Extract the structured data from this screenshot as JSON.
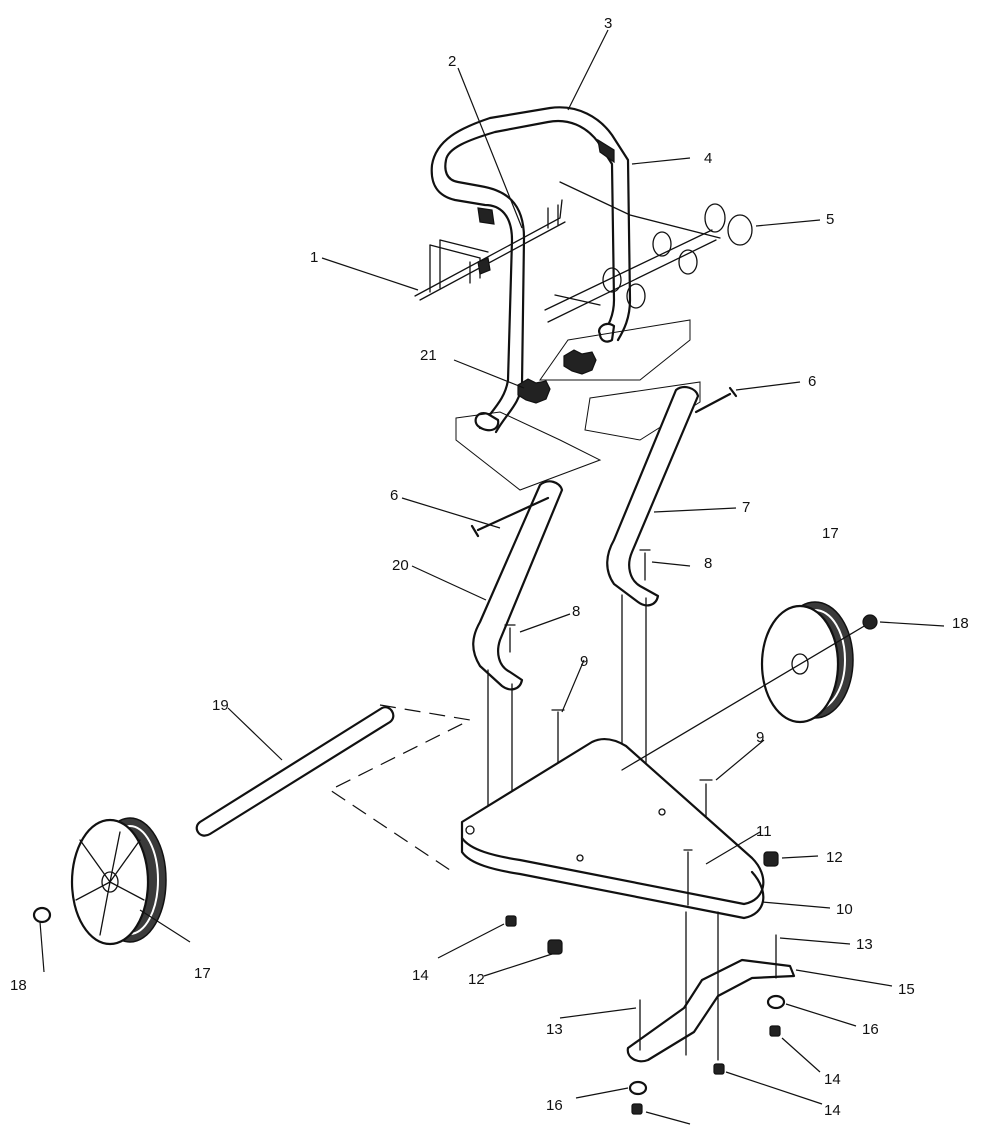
{
  "callouts": [
    {
      "id": "c-3",
      "text": "3"
    },
    {
      "id": "c-2",
      "text": "2"
    },
    {
      "id": "c-4",
      "text": "4"
    },
    {
      "id": "c-5",
      "text": "5"
    },
    {
      "id": "c-1",
      "text": "1"
    },
    {
      "id": "c-21",
      "text": "21"
    },
    {
      "id": "c-6a",
      "text": "6"
    },
    {
      "id": "c-6b",
      "text": "6"
    },
    {
      "id": "c-7",
      "text": "7"
    },
    {
      "id": "c-17a",
      "text": "17"
    },
    {
      "id": "c-8a",
      "text": "8"
    },
    {
      "id": "c-20",
      "text": "20"
    },
    {
      "id": "c-8b",
      "text": "8"
    },
    {
      "id": "c-18a",
      "text": "18"
    },
    {
      "id": "c-9a",
      "text": "9"
    },
    {
      "id": "c-19",
      "text": "19"
    },
    {
      "id": "c-9b",
      "text": "9"
    },
    {
      "id": "c-11",
      "text": "11"
    },
    {
      "id": "c-12a",
      "text": "12"
    },
    {
      "id": "c-10",
      "text": "10"
    },
    {
      "id": "c-13a",
      "text": "13"
    },
    {
      "id": "c-17b",
      "text": "17"
    },
    {
      "id": "c-18b",
      "text": "18"
    },
    {
      "id": "c-14a",
      "text": "14"
    },
    {
      "id": "c-12b",
      "text": "12"
    },
    {
      "id": "c-15",
      "text": "15"
    },
    {
      "id": "c-13b",
      "text": "13"
    },
    {
      "id": "c-16a",
      "text": "16"
    },
    {
      "id": "c-14b",
      "text": "14"
    },
    {
      "id": "c-16b",
      "text": "16"
    },
    {
      "id": "c-14c",
      "text": "14"
    }
  ]
}
